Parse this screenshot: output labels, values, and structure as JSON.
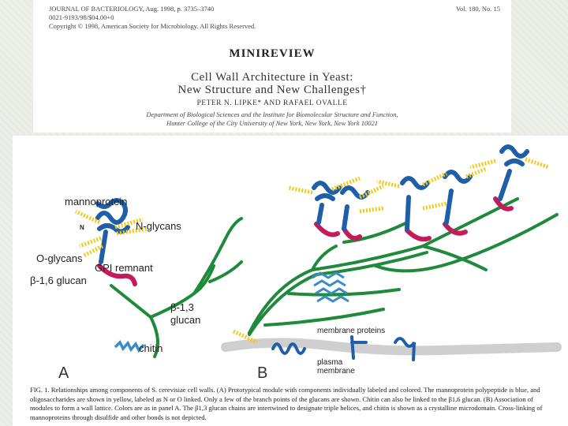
{
  "header": {
    "journal": "JOURNAL OF BACTERIOLOGY, Aug. 1998, p. 3735–3740",
    "volume": "Vol. 180, No. 15",
    "issn": "0021-9193/98/$04.00+0",
    "copyright": "Copyright © 1998, American Society for Microbiology. All Rights Reserved.",
    "section": "MINIREVIEW",
    "title_line1": "Cell Wall Architecture in Yeast:",
    "title_line2": "New Structure and New Challenges†",
    "authors": "PETER N. LIPKE* AND RAFAEL OVALLE",
    "affiliation_line1": "Department of Biological Sciences and the Institute for Biomolecular Structure and Function,",
    "affiliation_line2": "Hunter College of the City University of New York, New York, New York 10021"
  },
  "figure": {
    "labels": {
      "mannoprotein": "mannoprotein",
      "n_glycans": "N-glycans",
      "o_glycans": "O-glycans",
      "gpi_remnant": "GPI remnant",
      "beta16": "β-1,6 glucan",
      "beta13_line1": "β-1,3",
      "beta13_line2": "glucan",
      "chitin": "chitin",
      "membrane_proteins": "membrane proteins",
      "plasma_line1": "plasma",
      "plasma_line2": "membrane",
      "n_marker": "N"
    },
    "panels": [
      "A",
      "B"
    ],
    "caption": "FIG. 1. Relationships among components of S. cerevisiae cell walls. (A) Prototypical module with components individually labeled and colored. The mannoprotein polypeptide is blue, and oligosaccharides are shown in yellow, labeled as N or O linked. Only a few of the branch points of the glucans are shown. Chitin can also be linked to the β1,6 glucan. (B) Association of modules to form a wall lattice. Colors are as in panel A. The β1,3 glucan chains are intertwined to designate triple helices, and chitin is shown as a crystalline microdomain. Cross-linking of mannoproteins through disulfide and other bonds is not depicted."
  },
  "colors": {
    "protein": "#1f5fa8",
    "glycan": "#f2c81a",
    "gpi": "#c41c5a",
    "glucan": "#1f8a3c",
    "chitin": "#3a8cc8",
    "membrane": "#cfcfcf"
  }
}
